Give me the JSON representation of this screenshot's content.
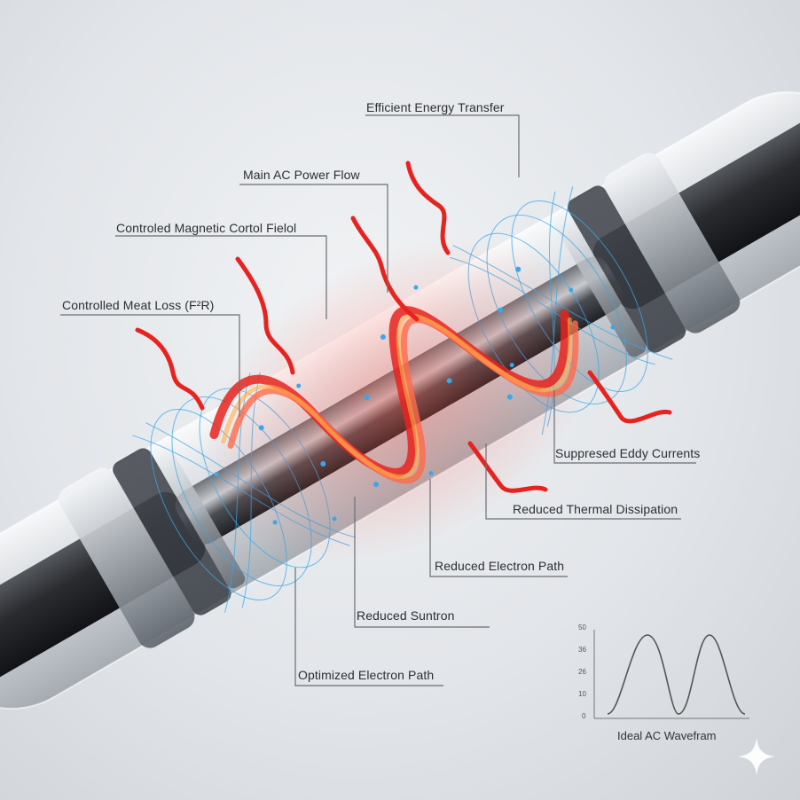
{
  "callouts": {
    "efficient_energy_transfer": "Efficient Energy Transfer",
    "main_ac_power_flow": "Main AC Power Flow",
    "controlled_magnetic_field": "Controled Magnetic Cortol Fielol",
    "controlled_heat_loss": "Controlled Meat Loss (F²R)",
    "suppressed_eddy_currents": "Suppresed Eddy Currents",
    "reduced_thermal_dissipation": "Reduced Thermal Dissipation",
    "reduced_electron_path": "Reduced Electron Path",
    "reduced_suntron": "Reduced Suntron",
    "optimized_electron_path": "Optimized Electron Path"
  },
  "waveform": {
    "caption": "Ideal AC Wavefram",
    "y_ticks": [
      "50",
      "36",
      "26",
      "10",
      "0"
    ]
  },
  "colors": {
    "heat_red": "#e8231f",
    "field_blue": "#3aa7e8",
    "conductor_dark": "#2a2c30",
    "line_gray": "#6a6e74"
  }
}
